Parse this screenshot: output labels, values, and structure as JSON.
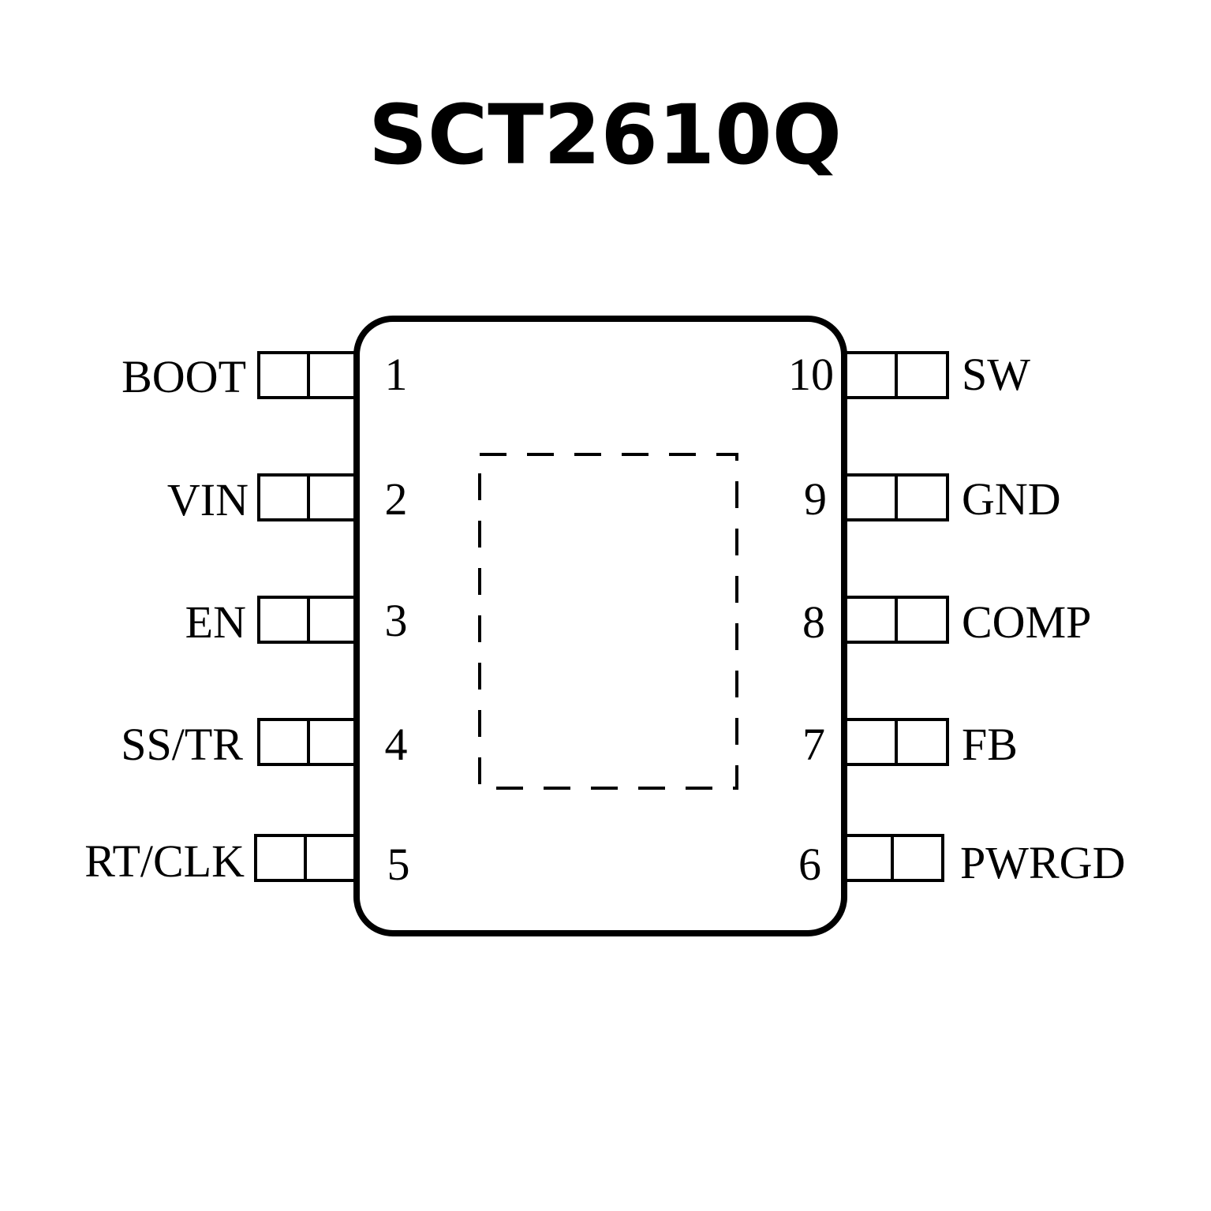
{
  "title": "SCT2610Q",
  "pins": [
    {
      "number": "1",
      "name": "BOOT"
    },
    {
      "number": "2",
      "name": "VIN"
    },
    {
      "number": "3",
      "name": "EN"
    },
    {
      "number": "4",
      "name": "SS/TR"
    },
    {
      "number": "5",
      "name": "RT/CLK"
    },
    {
      "number": "6",
      "name": "PWRGD"
    },
    {
      "number": "7",
      "name": "FB"
    },
    {
      "number": "8",
      "name": "COMP"
    },
    {
      "number": "9",
      "name": "GND"
    },
    {
      "number": "10",
      "name": "SW"
    }
  ],
  "colors": {
    "stroke": "#000000",
    "background": "#ffffff"
  }
}
